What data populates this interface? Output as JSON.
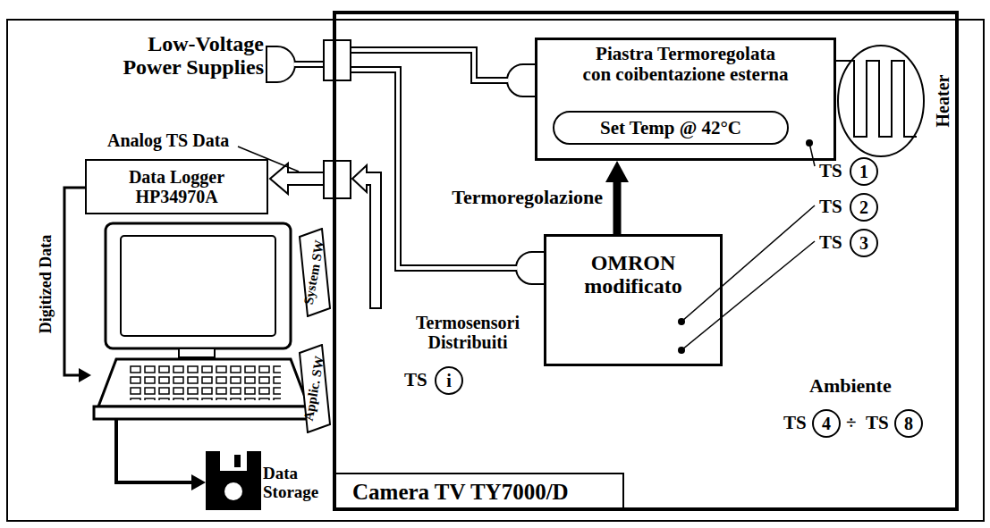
{
  "diagram": {
    "nodes": [
      {
        "text": [
          "Camera TV TY7000/D"
        ]
      },
      {
        "text": [
          "Piastra Termoregolata con coibentazione esterna"
        ],
        "in": 0
      },
      {
        "text": [
          "Set Temp @ 42°C"
        ],
        "in": 1
      },
      {
        "text": [
          "Heater"
        ],
        "in": 0
      },
      {
        "text": [
          "OMRON modificato"
        ],
        "in": 0
      },
      {
        "text": [
          "Data Logger HP34970A"
        ]
      },
      {
        "text": [
          "System SW"
        ]
      },
      {
        "text": [
          "Applic. SW"
        ]
      }
    ],
    "edges": [
      {
        "from": 4,
        "to": 1,
        "arrow": "to",
        "label": "Termoregolazione"
      }
    ],
    "labels": [
      "Low-Voltage Power Supplies",
      "Analog TS Data",
      "Digitized Data",
      "Data Storage",
      "Termosensori Distribuiti",
      "TS",
      "i",
      "TS",
      "1",
      "TS",
      "2",
      "TS",
      "3",
      "Ambiente",
      "TS",
      "4",
      "÷",
      "TS",
      "8"
    ]
  }
}
